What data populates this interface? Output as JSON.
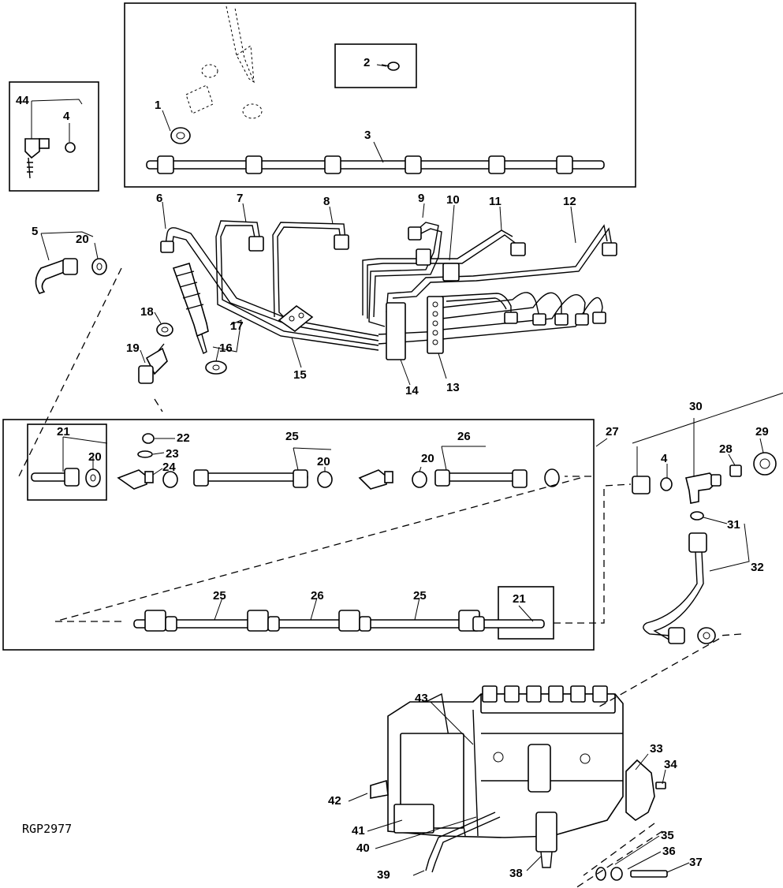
{
  "figure_id": "RGP2977",
  "callouts": [
    "1",
    "2",
    "3",
    "4",
    "5",
    "6",
    "7",
    "8",
    "9",
    "10",
    "11",
    "12",
    "13",
    "14",
    "15",
    "16",
    "17",
    "18",
    "19",
    "20",
    "21",
    "22",
    "23",
    "24",
    "25",
    "26",
    "27",
    "28",
    "29",
    "30",
    "31",
    "32",
    "33",
    "34",
    "35",
    "36",
    "37",
    "38",
    "39",
    "40",
    "41",
    "42",
    "43",
    "44"
  ],
  "repeat_callouts": {
    "n20": "20",
    "n21": "21",
    "n25": "25",
    "n26": "26",
    "n4": "4"
  }
}
